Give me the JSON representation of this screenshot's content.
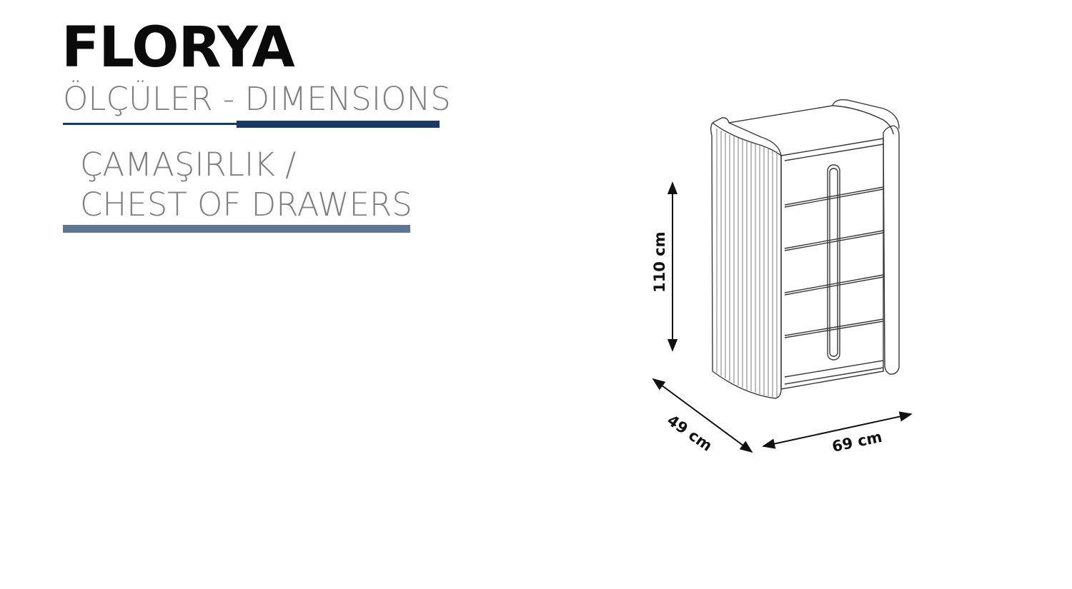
{
  "brand": "FLORYA",
  "subtitle": "ÖLÇÜLER - DIMENSIONS",
  "product": {
    "line1": "ÇAMAŞIRLIK /",
    "line2": "CHEST OF DRAWERS"
  },
  "dimensions": {
    "height": "110 cm",
    "depth": "49 cm",
    "width": "69 cm"
  },
  "colors": {
    "navy": "#1b3a63",
    "slate": "#5d7594",
    "gray_text": "#7f7f7f"
  }
}
